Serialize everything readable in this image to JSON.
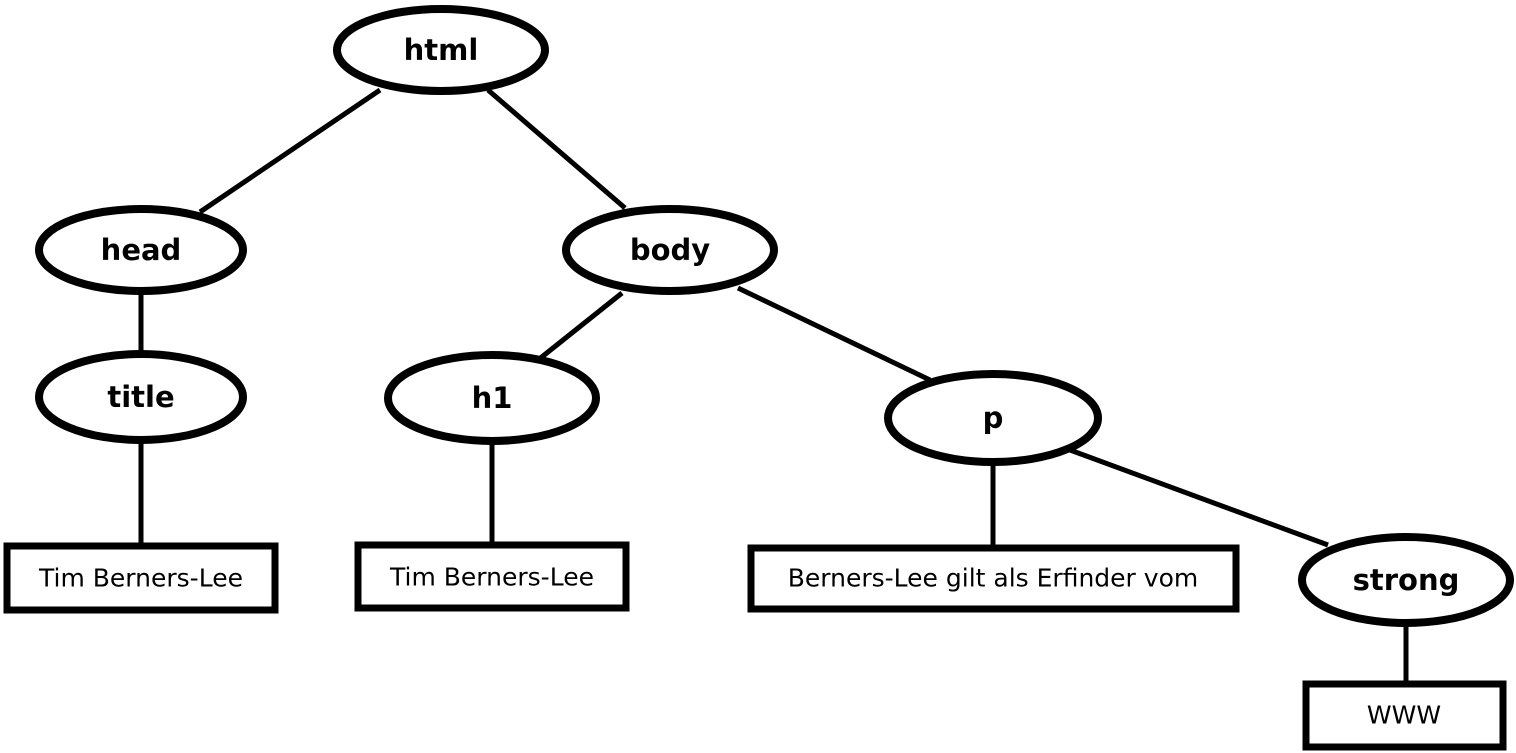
{
  "tree": {
    "html": "html",
    "head": "head",
    "body": "body",
    "title": "title",
    "h1": "h1",
    "p": "p",
    "strong": "strong",
    "title_text": "Tim Berners-Lee",
    "h1_text": "Tim Berners-Lee",
    "p_text": "Berners-Lee gilt als Erfinder vom",
    "strong_text": "WWW"
  },
  "colors": {
    "stroke": "#000000",
    "fill": "#ffffff"
  }
}
